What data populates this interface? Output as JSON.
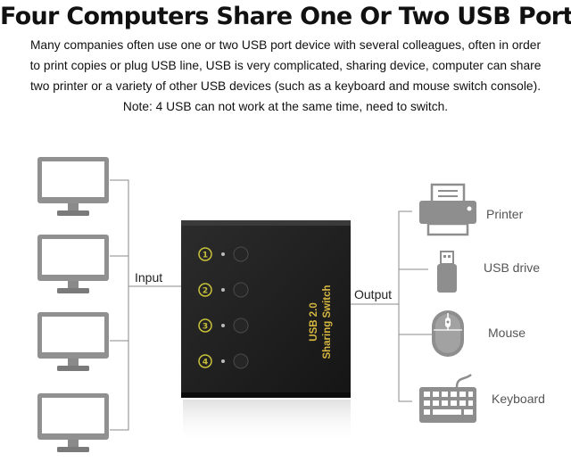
{
  "title": "Four Computers Share One Or Two USB Ports",
  "description": [
    "Many companies often use one or two USB port device with several colleagues, often in order",
    "to print copies or plug USB line, USB is very complicated, sharing device, computer can share",
    "two printer or a variety of other USB devices (such as a keyboard and mouse switch console).",
    "Note: 4 USB can not work at the same time, need to switch."
  ],
  "input_label": "Input",
  "output_label": "Output",
  "switch": {
    "line1": "USB 2.0",
    "line2": "Sharing Switch",
    "ports": [
      "1",
      "2",
      "3",
      "4"
    ]
  },
  "computers": [
    "monitor-icon",
    "monitor-icon",
    "monitor-icon",
    "monitor-icon"
  ],
  "devices": [
    {
      "label": "Printer",
      "icon": "printer-icon"
    },
    {
      "label": "USB drive",
      "icon": "usb-drive-icon"
    },
    {
      "label": "Mouse",
      "icon": "mouse-icon"
    },
    {
      "label": "Keyboard",
      "icon": "keyboard-icon"
    }
  ],
  "colors": {
    "icon_gray": "#8e8e8e",
    "switch_body": "#1f1f1f",
    "led_ring": "#c9c23a",
    "switch_text": "#d4b640"
  }
}
